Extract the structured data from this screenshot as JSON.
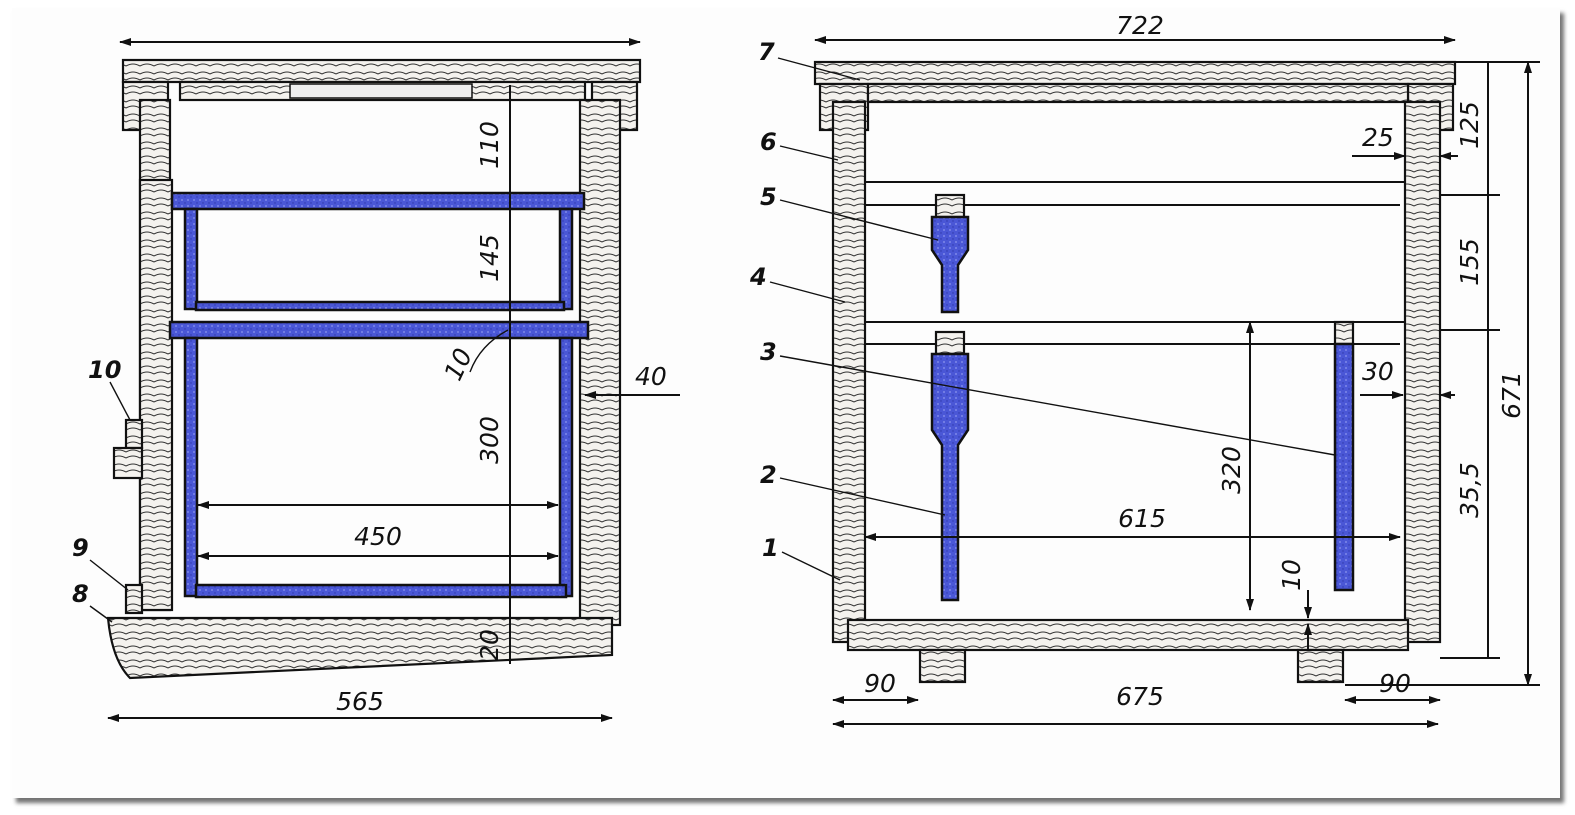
{
  "colors": {
    "frame_blue": "#4a57d6",
    "ink": "#111111",
    "paper": "#fdfdfd"
  },
  "left_view": {
    "dims": {
      "top_width": "",
      "d110": "110",
      "d145": "145",
      "d10": "10",
      "d300": "300",
      "d40": "40",
      "d450": "450",
      "d20": "20",
      "d565": "565"
    },
    "labels": {
      "p10": "10",
      "p9": "9",
      "p8": "8"
    }
  },
  "right_view": {
    "dims": {
      "d722": "722",
      "d125": "125",
      "d25": "25",
      "d155": "155",
      "d30": "30",
      "d671": "671",
      "d355": "35,5",
      "d320": "320",
      "d615": "615",
      "d10": "10",
      "d90_left": "90",
      "d675": "675",
      "d90_right": "90"
    },
    "labels": {
      "p7": "7",
      "p6": "6",
      "p5": "5",
      "p4": "4",
      "p3": "3",
      "p2": "2",
      "p1": "1"
    }
  }
}
